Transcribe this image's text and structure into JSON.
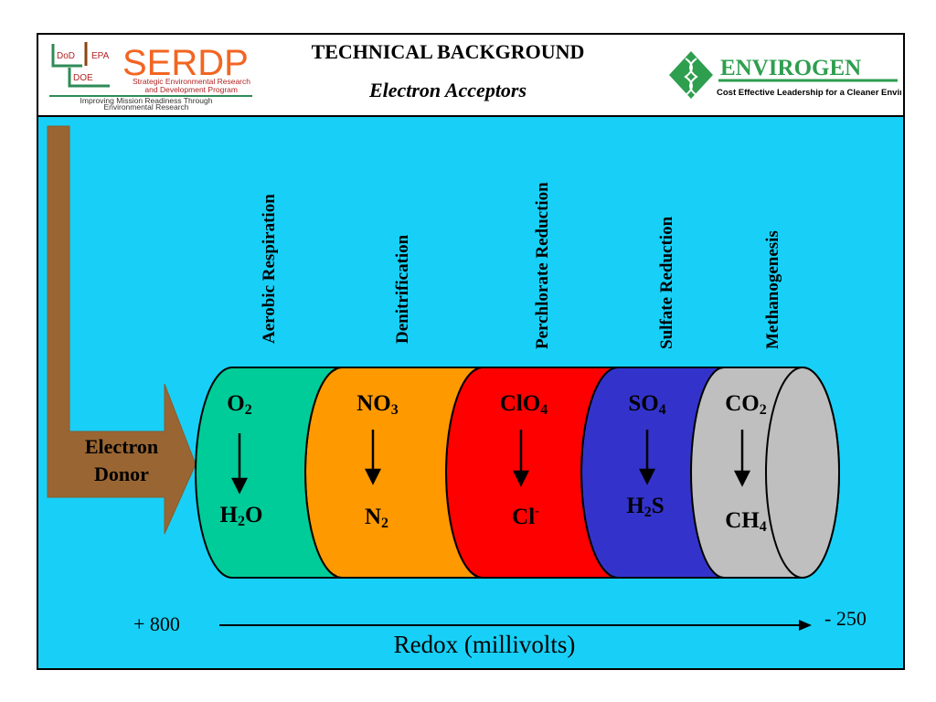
{
  "header": {
    "title": "TECHNICAL BACKGROUND",
    "subtitle": "Electron Acceptors",
    "serdp": {
      "dod": "DoD",
      "epa": "EPA",
      "doe": "DOE",
      "name": "SERDP",
      "line1": "Strategic Environmental Research",
      "line2": "and Development Program",
      "tagline1": "Improving Mission Readiness Through",
      "tagline2": "Environmental Research"
    },
    "envirogen": {
      "name": "ENVIROGEN",
      "tagline": "Cost Effective Leadership for a Cleaner Environment"
    }
  },
  "donor": {
    "line1": "Electron",
    "line2": "Donor"
  },
  "processes": [
    {
      "label": "Aerobic Respiration",
      "acceptor": "O",
      "acceptor_sub": "2",
      "product_pre": "H",
      "product_sub": "2",
      "product_post": "O",
      "color": "#00cc99"
    },
    {
      "label": "Denitrification",
      "acceptor": "NO",
      "acceptor_sub": "3",
      "product_pre": "N",
      "product_sub": "2",
      "product_post": "",
      "color": "#ff9900"
    },
    {
      "label": "Perchlorate Reduction",
      "acceptor": "ClO",
      "acceptor_sub": "4",
      "product_pre": "Cl",
      "product_sup": "-",
      "color": "#ff0000"
    },
    {
      "label": "Sulfate Reduction",
      "acceptor": "SO",
      "acceptor_sub": "4",
      "product_pre": "H",
      "product_sub": "2",
      "product_post": "S",
      "color": "#3333cc"
    },
    {
      "label": "Methanogenesis",
      "acceptor": "CO",
      "acceptor_sub": "2",
      "product_pre": "CH",
      "product_sub": "4",
      "product_post": "",
      "color": "#bfbfbf"
    }
  ],
  "redox": {
    "high": "+ 800",
    "low": "- 250",
    "label": "Redox (millivolts)"
  },
  "colors": {
    "background": "#18d0f7",
    "arrow": "#996633"
  }
}
